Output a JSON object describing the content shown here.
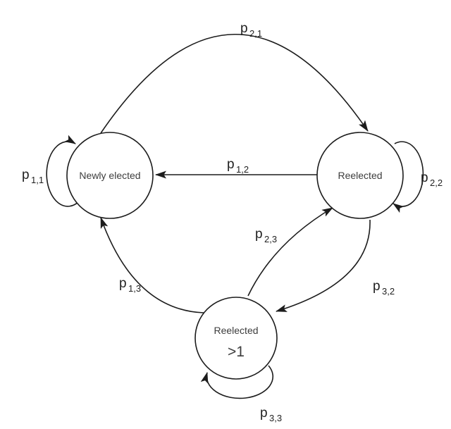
{
  "diagram": {
    "title": "markov-chain-state-transition-diagram",
    "colors": {
      "stroke": "#1c1c1c",
      "node-text": "#3d3d3d",
      "label-text": "#1f1f1f",
      "bg": "#ffffff"
    },
    "nodes": [
      {
        "id": "newly-elected",
        "label": "Newly elected"
      },
      {
        "id": "reelected",
        "label": "Reelected"
      },
      {
        "id": "reelected-gt1",
        "label": "Reelected",
        "sublabel": ">1"
      }
    ],
    "edges": [
      {
        "id": "p11",
        "symbol": "p",
        "subscript": "1,1",
        "from": "newly-elected",
        "to": "newly-elected",
        "kind": "self-loop"
      },
      {
        "id": "p12",
        "symbol": "p",
        "subscript": "1,2",
        "from": "reelected",
        "to": "newly-elected",
        "kind": "straight"
      },
      {
        "id": "p13",
        "symbol": "p",
        "subscript": "1,3",
        "from": "reelected-gt1",
        "to": "newly-elected",
        "kind": "curve"
      },
      {
        "id": "p21",
        "symbol": "p",
        "subscript": "2,1",
        "from": "newly-elected",
        "to": "reelected",
        "kind": "curve"
      },
      {
        "id": "p22",
        "symbol": "p",
        "subscript": "2,2",
        "from": "reelected",
        "to": "reelected",
        "kind": "self-loop"
      },
      {
        "id": "p23",
        "symbol": "p",
        "subscript": "2,3",
        "from": "reelected-gt1",
        "to": "reelected",
        "kind": "curve"
      },
      {
        "id": "p32",
        "symbol": "p",
        "subscript": "3,2",
        "from": "reelected",
        "to": "reelected-gt1",
        "kind": "curve"
      },
      {
        "id": "p33",
        "symbol": "p",
        "subscript": "3,3",
        "from": "reelected-gt1",
        "to": "reelected-gt1",
        "kind": "self-loop"
      }
    ]
  }
}
